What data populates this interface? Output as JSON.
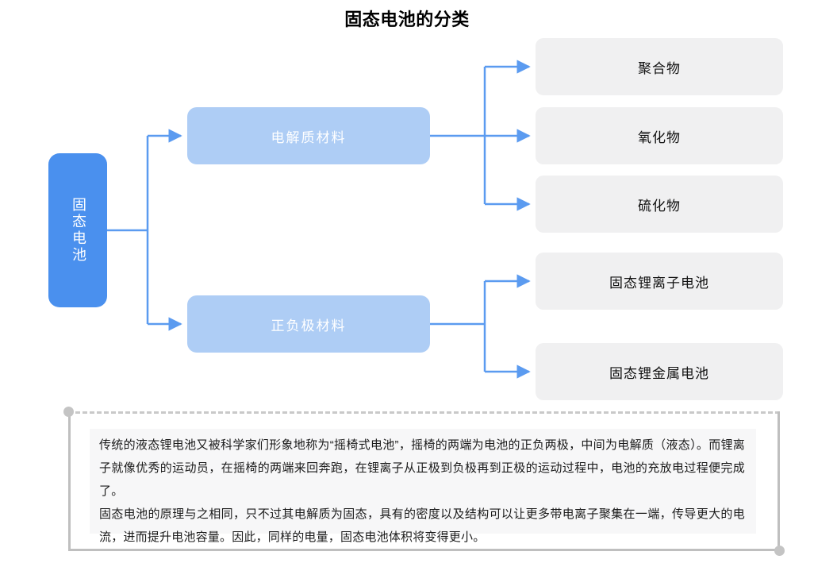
{
  "page": {
    "title": "固态电池的分类"
  },
  "colors": {
    "root_node_bg": "#4a90ee",
    "level2_node_bg": "#aecdf5",
    "level3_node_bg": "#f0f0f1",
    "connector_line": "#5b9bf0",
    "note_frame_border": "#bfbfbf",
    "note_frame_dot": "#c4c4c4",
    "note_body_bg": "#f7f7f8",
    "title_text": "#000000",
    "node_light_text": "#ffffff",
    "node_dark_text": "#111111"
  },
  "diagram": {
    "type": "tree",
    "orientation": "left-to-right",
    "root": {
      "label": "固态电池",
      "text_direction": "vertical"
    },
    "branches": [
      {
        "label": "电解质材料",
        "children": [
          {
            "label": "聚合物"
          },
          {
            "label": "氧化物"
          },
          {
            "label": "硫化物"
          }
        ]
      },
      {
        "label": "正负极材料",
        "children": [
          {
            "label": "固态锂离子电池"
          },
          {
            "label": "固态锂金属电池"
          }
        ]
      }
    ]
  },
  "note": {
    "paragraphs": [
      "传统的液态锂电池又被科学家们形象地称为“摇椅式电池”，摇椅的两端为电池的正负两极，中间为电解质（液态）。而锂离子就像优秀的运动员，在摇椅的两端来回奔跑，在锂离子从正极到负极再到正极的运动过程中，电池的充放电过程便完成了。",
      "固态电池的原理与之相同，只不过其电解质为固态，具有的密度以及结构可以让更多带电离子聚集在一端，传导更大的电流，进而提升电池容量。因此，同样的电量，固态电池体积将变得更小。"
    ]
  }
}
